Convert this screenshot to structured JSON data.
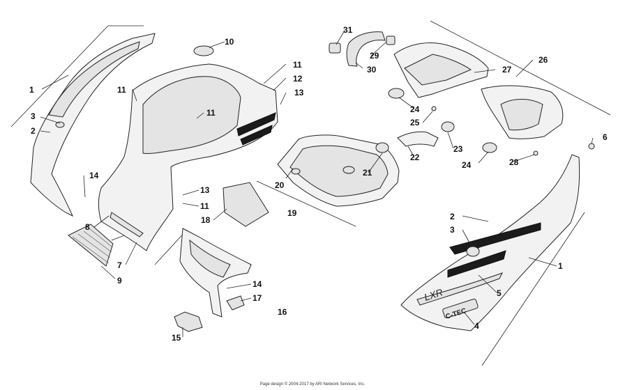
{
  "callouts": {
    "c1a": "1",
    "c1b": "1",
    "c2a": "2",
    "c2b": "2",
    "c3a": "3",
    "c3b": "3",
    "c4": "4",
    "c5": "5",
    "c6": "6",
    "c7": "7",
    "c8": "8",
    "c9": "9",
    "c10": "10",
    "c11a": "11",
    "c11b": "11",
    "c11c": "11",
    "c11d": "11",
    "c12": "12",
    "c13a": "13",
    "c13b": "13",
    "c14a": "14",
    "c14b": "14",
    "c15": "15",
    "c16": "16",
    "c17": "17",
    "c18": "18",
    "c19": "19",
    "c20": "20",
    "c21": "21",
    "c22": "22",
    "c23": "23",
    "c24a": "24",
    "c24b": "24",
    "c25": "25",
    "c26": "26",
    "c27": "27",
    "c28": "28",
    "c29": "29",
    "c30": "30",
    "c31": "31"
  },
  "decals": {
    "model": "LXR",
    "badge": "C-TEC"
  },
  "footer": "Page design © 2004-2017 by ARI Network Services, Inc."
}
